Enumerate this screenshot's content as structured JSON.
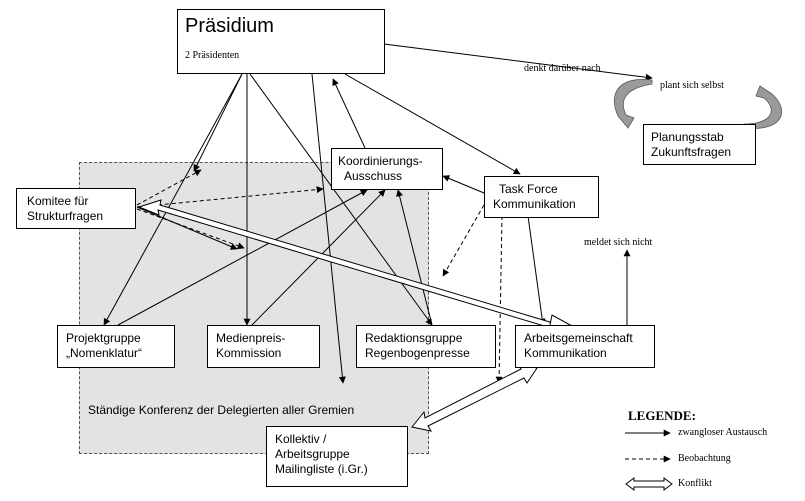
{
  "nodes": {
    "praesidium": {
      "title": "Präsidium",
      "subtitle": "2 Präsidenten"
    },
    "koordinierung": {
      "lines": [
        "Koordinierungs-",
        "Ausschuss"
      ]
    },
    "taskforce": {
      "lines": [
        "Task Force",
        "Kommunikation"
      ]
    },
    "komitee": {
      "lines": [
        "Komitee für",
        "Strukturfragen"
      ]
    },
    "projektgruppe": {
      "lines": [
        "Projektgruppe",
        "„Nomenklatur“"
      ]
    },
    "medienpreis": {
      "lines": [
        "Medienpreis-",
        "Kommission"
      ]
    },
    "redaktion": {
      "lines": [
        "Redaktionsgruppe",
        "Regenbogenpresse"
      ]
    },
    "arbeitsgemeinschaft": {
      "lines": [
        "Arbeitsgemeinschaft",
        "Kommunikation"
      ]
    },
    "kollektiv": {
      "lines": [
        "Kollektiv /",
        "Arbeitsgruppe",
        "Mailingliste (i.Gr.)"
      ]
    },
    "planungsstab": {
      "lines": [
        "Planungsstab",
        "Zukunftsfragen"
      ]
    }
  },
  "labels": {
    "denkt": "denkt darüber nach",
    "plant": "plant sich selbst",
    "meldet": "meldet sich nicht",
    "konferenz": "Ständige Konferenz der Delegierten aller Gremien"
  },
  "legend": {
    "title": "LEGENDE:",
    "items": [
      {
        "type": "solid",
        "label": "zwangloser Austausch"
      },
      {
        "type": "dashed",
        "label": "Beobachtung"
      },
      {
        "type": "conflict",
        "label": "Konflikt"
      }
    ]
  },
  "colors": {
    "area_fill": "#e3e3e3",
    "cycle_arrow": "#9a9a9a",
    "line": "#000000"
  }
}
